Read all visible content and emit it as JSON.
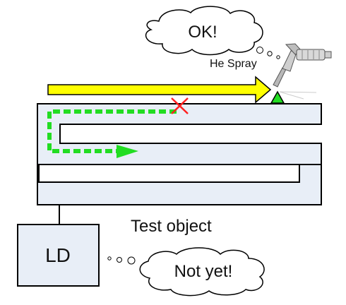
{
  "labels": {
    "ok": "OK!",
    "not_yet": "Not yet!",
    "he_spray": "He Spray",
    "test_object": "Test object",
    "ld": "LD"
  },
  "colors": {
    "object_fill": "#e8eef7",
    "outline": "#000000",
    "yellow_arrow": "#ffff00",
    "green_path": "#22dd22",
    "cross": "#ff2020"
  },
  "icons": {
    "spray_gun": "spray-gun-icon",
    "cross": "leak-cross-icon"
  }
}
